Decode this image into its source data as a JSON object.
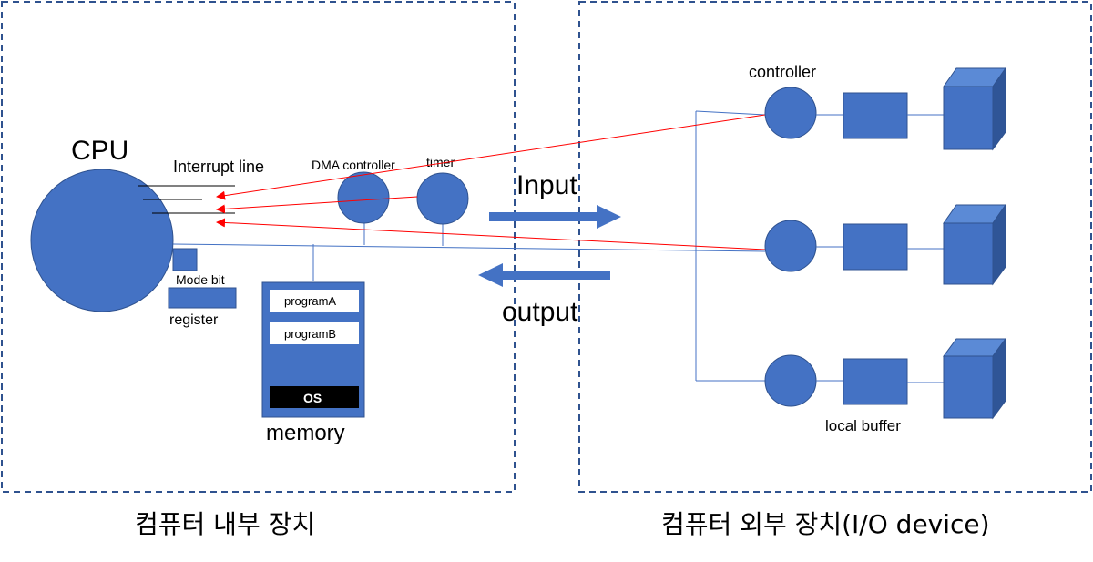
{
  "labels": {
    "cpu": "CPU",
    "interrupt_line": "Interrupt line",
    "dma_controller": "DMA controller",
    "timer": "timer",
    "mode_bit": "Mode bit",
    "register": "register",
    "memory": "memory",
    "program_a": "programA",
    "program_b": "programB",
    "os": "OS",
    "input": "Input",
    "output": "output",
    "controller": "controller",
    "local_buffer": "local buffer"
  },
  "captions": {
    "internal": "컴퓨터 내부 장치",
    "external": "컴퓨터 외부 장치(I/O device)"
  },
  "colors": {
    "component_fill": "#4472c4",
    "component_stroke": "#2f528f",
    "bus_line": "#4472c4",
    "interrupt_arrow": "#ff0000",
    "dashed_border": "#2f528f",
    "os_fill": "#000000",
    "arrow_fill": "#4472c4",
    "device_side": "#2f5597",
    "device_top": "#5b8ad6"
  }
}
